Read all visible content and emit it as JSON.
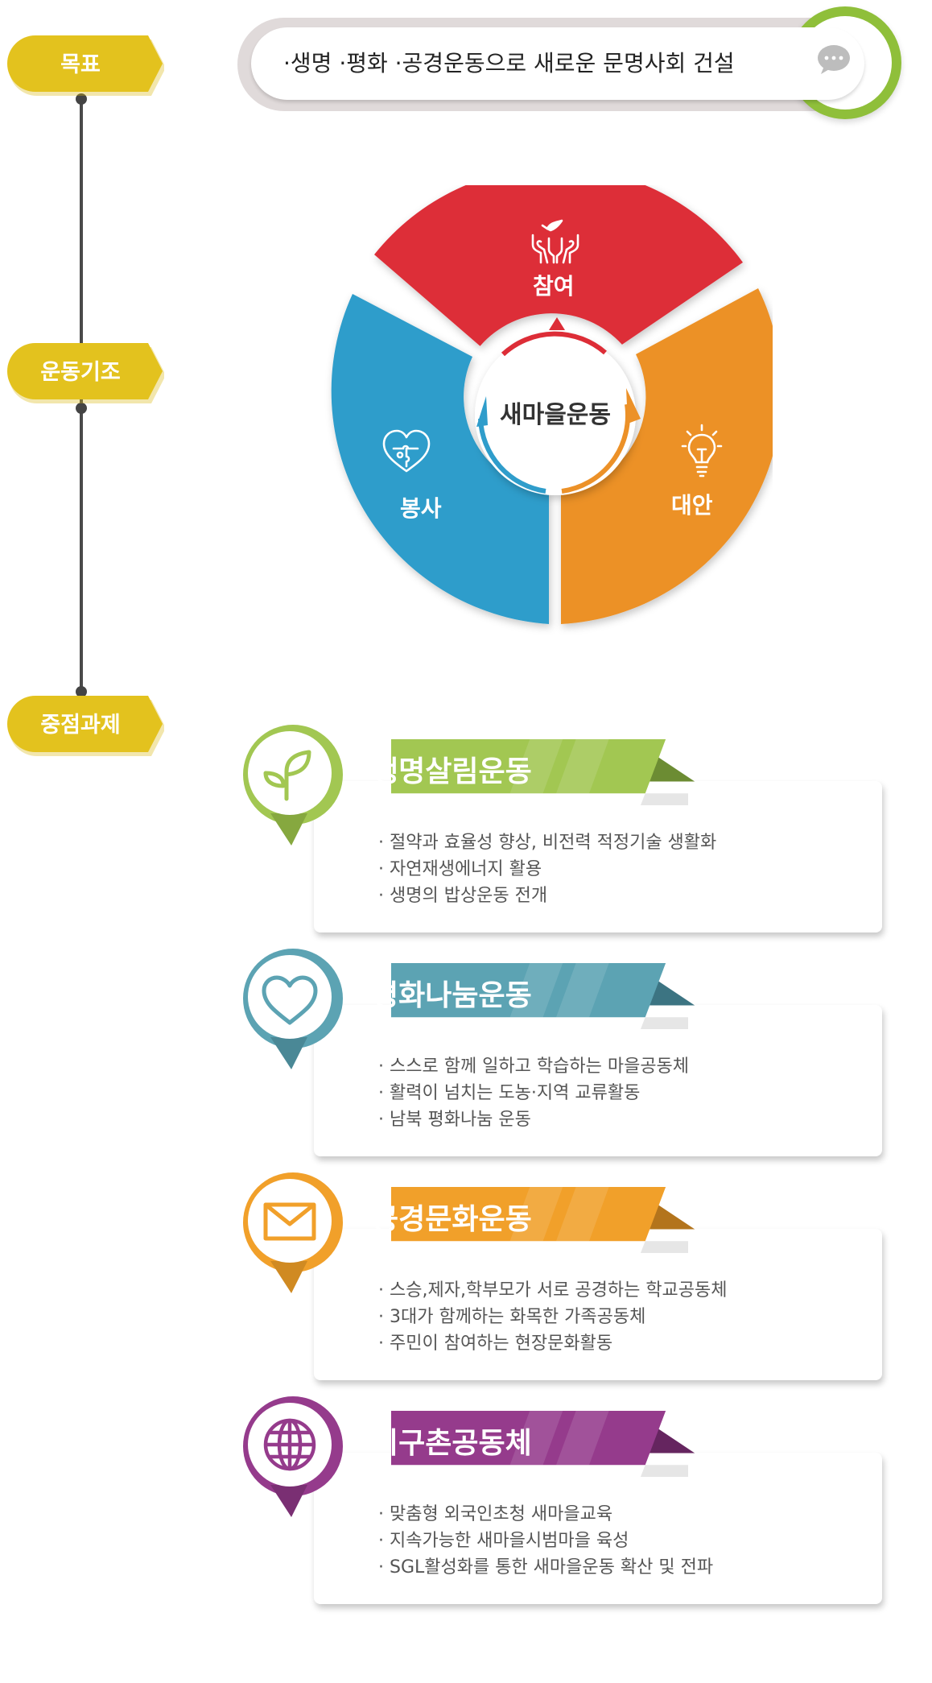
{
  "timeline": {
    "labels": [
      "목표",
      "운동기조",
      "중점과제"
    ],
    "tag_color": "#e3c21e"
  },
  "goal": {
    "text": "·생명 ·평화 ·공경운동으로 새로운 문명사회 건설",
    "ring_color": "#8fbf3a",
    "icon": "chat-bubble-icon"
  },
  "cycle": {
    "center": "새마을운동",
    "segments": [
      {
        "label": "참여",
        "color": "#dd2d37",
        "icon": "hands-dove-icon"
      },
      {
        "label": "대안",
        "color": "#ec9128",
        "icon": "lightbulb-icon"
      },
      {
        "label": "봉사",
        "color": "#2f9dcb",
        "icon": "heart-puzzle-icon"
      }
    ]
  },
  "tasks": [
    {
      "title": "생명살림운동",
      "color": "#a2c752",
      "dark": "#6c8c33",
      "icon": "sprout-icon",
      "items": [
        "· 절약과 효율성 향상, 비전력 적정기술 생활화",
        "· 자연재생에너지 활용",
        "· 생명의 밥상운동 전개"
      ]
    },
    {
      "title": "평화나눔운동",
      "color": "#5ca3b3",
      "dark": "#3c7482",
      "icon": "heart-icon",
      "items": [
        "· 스스로 함께 일하고 학습하는 마을공동체",
        "· 활력이 넘치는 도농·지역 교류활동",
        "· 남북 평화나눔 운동"
      ]
    },
    {
      "title": "공경문화운동",
      "color": "#f1a02a",
      "dark": "#b3741c",
      "icon": "envelope-icon",
      "items": [
        "· 스승,제자,학부모가 서로 공경하는 학교공동체",
        "· 3대가 함께하는 화목한 가족공동체",
        "· 주민이 참여하는 현장문화활동"
      ]
    },
    {
      "title": "지구촌공동체",
      "color": "#953b8c",
      "dark": "#65255f",
      "icon": "globe-icon",
      "items": [
        "· 맞춤형 외국인초청 새마을교육",
        "· 지속가능한 새마을시범마을 육성",
        "· SGL활성화를 통한 새마을운동 확산 및 전파"
      ]
    }
  ]
}
